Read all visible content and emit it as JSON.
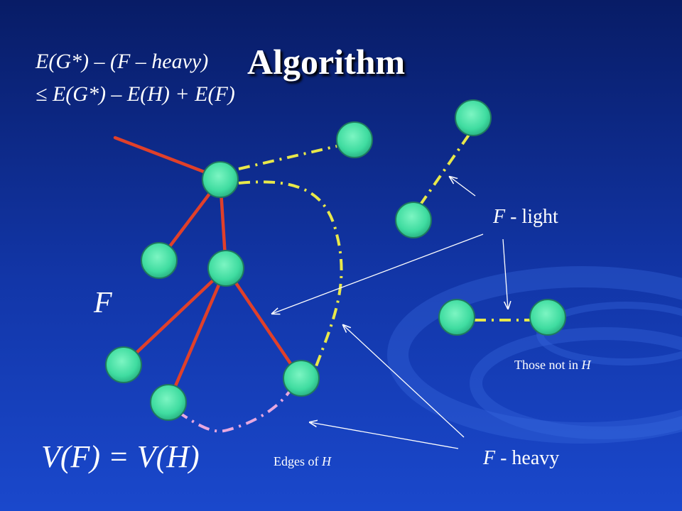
{
  "slide": {
    "title": "Algorithm",
    "formula": {
      "line1": "E(G*) – (F – heavy)",
      "line2": "≤ E(G*) – E(H) + E(F)"
    },
    "forest_label": "F",
    "vertex_equation": "V(F) = V(H)",
    "labels": {
      "f_light": {
        "symbol": "F",
        "text": " - light"
      },
      "f_heavy": {
        "symbol": "F",
        "text": " - heavy"
      },
      "not_in_h": {
        "text": "Those not in ",
        "symbol": "H"
      },
      "edges_of_h": {
        "text": "Edges of ",
        "symbol": "H"
      }
    }
  },
  "colors": {
    "background_top": "#0a1f6e",
    "background_bottom": "#1a46c8",
    "node_fill": "#3fe0a0",
    "node_stroke": "#1c6e55",
    "forest_edge": "#e0402a",
    "light_edge": "#e8e84a",
    "h_edge": "#e7a8e0",
    "arrow": "#ffffff"
  }
}
